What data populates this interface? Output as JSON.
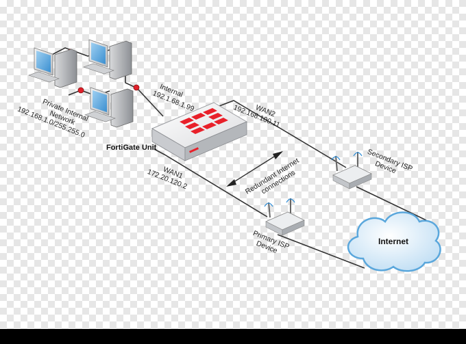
{
  "labels": {
    "internal_name": "Internal",
    "internal_ip": "192.1.68.1.99",
    "private_line1": "Private Internal",
    "private_line2": "Network",
    "private_subnet": "192.168.1.0/255.255.0",
    "fortigate": "FortiGate Unit",
    "wan2_name": "WAN2",
    "wan2_ip": "192.168.100.11",
    "wan1_name": "WAN1",
    "wan1_ip": "172.20.120.2",
    "redundant_line1": "Redundant Internet",
    "redundant_line2": "connections",
    "secondary_line1": "Secondary ISP",
    "secondary_line2": "Device",
    "primary_line1": "Primary ISP",
    "primary_line2": "Device",
    "internet": "Internet"
  },
  "colors": {
    "line": "#333333",
    "node_red": "#e0202a",
    "fortinet_red": "#e8202a",
    "cloud_fill": "#cfe6f7",
    "cloud_stroke": "#5aa7dc"
  }
}
